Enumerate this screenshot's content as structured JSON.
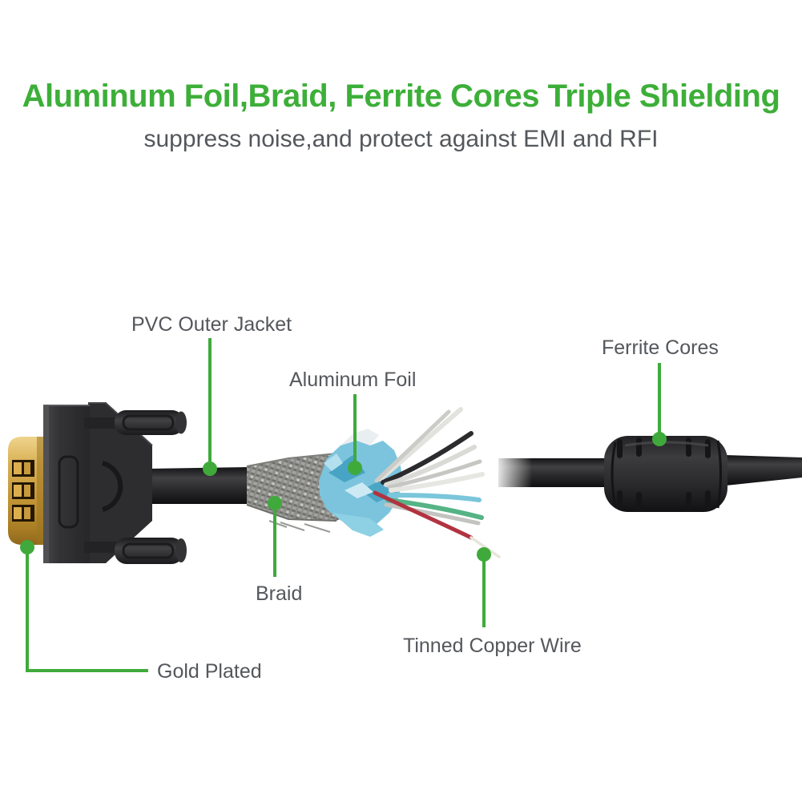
{
  "header": {
    "title": "Aluminum Foil,Braid, Ferrite Cores Triple Shielding",
    "subtitle": "suppress noise,and protect against EMI and RFI"
  },
  "callouts": {
    "pvc_outer_jacket": "PVC Outer Jacket",
    "aluminum_foil": "Aluminum Foil",
    "ferrite_cores": "Ferrite Cores",
    "braid": "Braid",
    "tinned_copper_wire": "Tinned Copper Wire",
    "gold_plated": "Gold Plated"
  },
  "colors": {
    "accent_title": "#3daf39",
    "accent_line": "#3faa3b",
    "text_gray": "#54575b",
    "connector_black": "#2d2d2f",
    "gold": "#cda24a",
    "braid_silver": "#a3a39f",
    "foil_blue": "#7cc4dd",
    "wire_red": "#b23340",
    "wire_green": "#55b385",
    "wire_teal": "#7ac6da",
    "background": "#ffffff"
  },
  "diagram_parts": [
    "dvi-connector-gold-plated",
    "connector-thumbscrews",
    "pvc-outer-jacket-cable",
    "shielding-braid",
    "aluminum-foil-shield",
    "inner-wires",
    "tinned-copper-wire",
    "ferrite-core-barrel",
    "round-cable"
  ]
}
